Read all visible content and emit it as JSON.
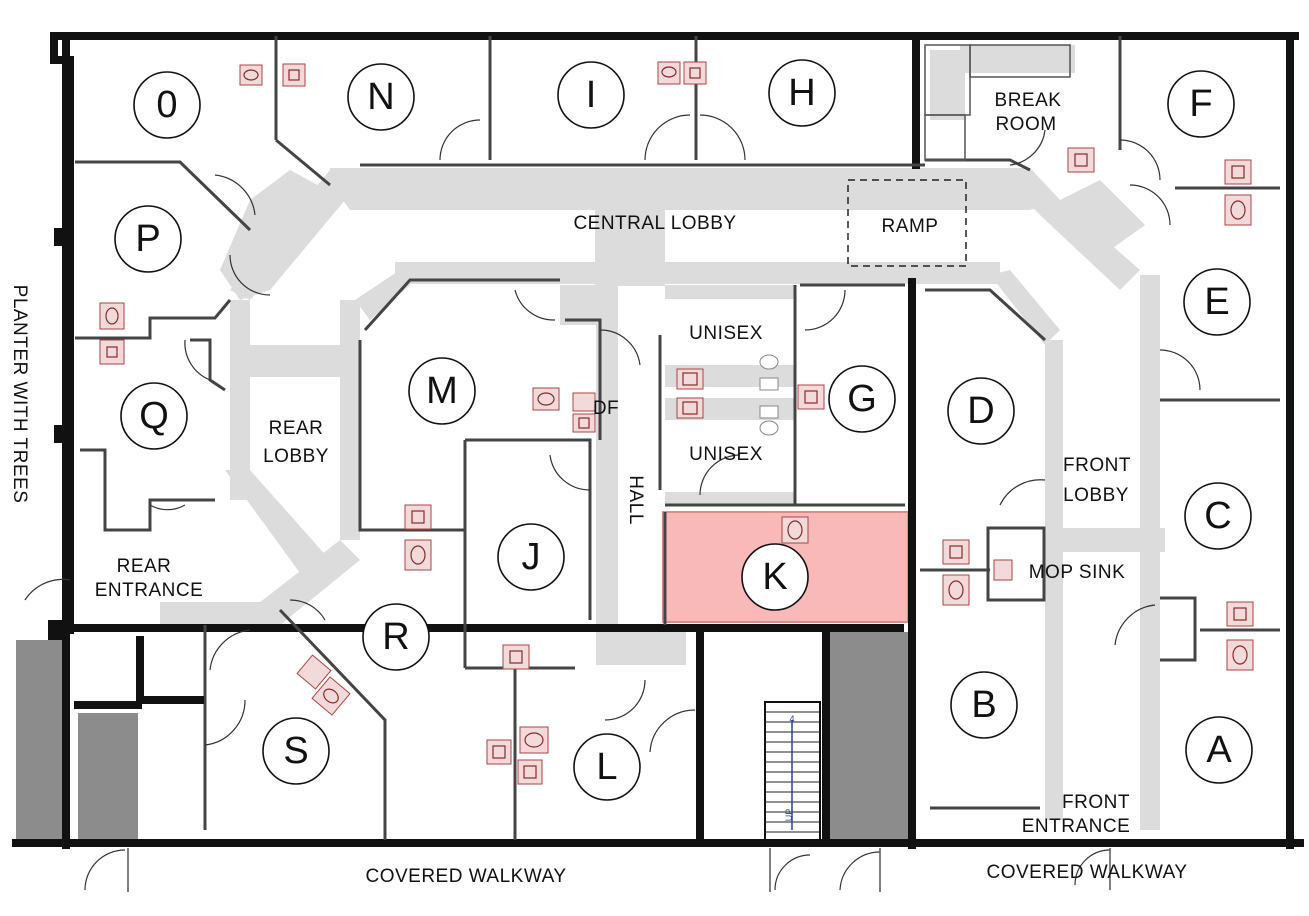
{
  "rooms": {
    "O": "0",
    "N": "N",
    "I": "I",
    "H": "H",
    "F": "F",
    "P": "P",
    "Q": "Q",
    "M": "M",
    "G": "G",
    "E": "E",
    "D": "D",
    "C": "C",
    "J": "J",
    "K": "K",
    "R": "R",
    "S": "S",
    "L": "L",
    "B": "B",
    "A": "A"
  },
  "labels": {
    "break_room_1": "BREAK",
    "break_room_2": "ROOM",
    "central_lobby": "CENTRAL LOBBY",
    "ramp": "RAMP",
    "unisex_top": "UNISEX",
    "unisex_bottom": "UNISEX",
    "df": "DF",
    "hall": "HALL",
    "rear_lobby_1": "REAR",
    "rear_lobby_2": "LOBBY",
    "rear_entrance_1": "REAR",
    "rear_entrance_2": "ENTRANCE",
    "front_lobby_1": "FRONT",
    "front_lobby_2": "LOBBY",
    "mop_sink": "MOP SINK",
    "front_entrance_1": "FRONT",
    "front_entrance_2": "ENTRANCE",
    "covered_walkway_left": "COVERED WALKWAY",
    "covered_walkway_right": "COVERED WALKWAY",
    "planter": "PLANTER WITH TREES",
    "stair_up": "UP",
    "stair_number": "4"
  },
  "colors": {
    "highlight_fill": "#f9b9b9",
    "highlight_stroke": "#e08a8a",
    "corridor": "#dcdcdc",
    "dark_block": "#8c8c8c"
  },
  "highlighted_room": "K"
}
